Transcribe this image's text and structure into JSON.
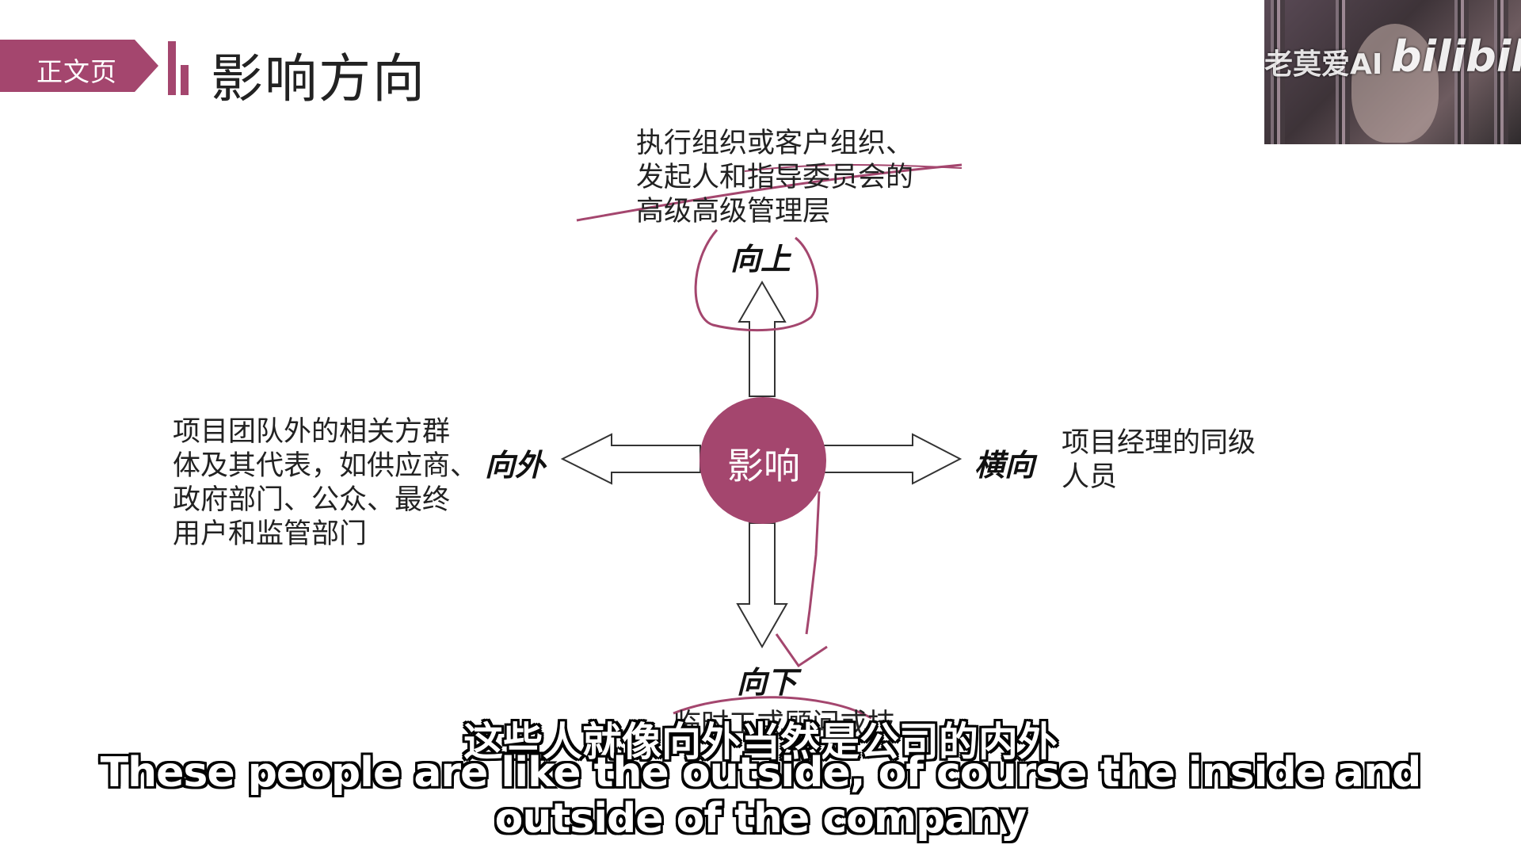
{
  "header": {
    "tag_label": "正文页",
    "title": "影响方向"
  },
  "watermark": {
    "channel": "老莫爱AI",
    "platform": "bilibili"
  },
  "diagram": {
    "center": "影响",
    "up": {
      "label": "向上",
      "lines": [
        "执行组织或客户组织、",
        "发起人和指导委员会的",
        "高级高级管理层"
      ]
    },
    "out": {
      "label": "向外",
      "lines": [
        "项目团队外的相关方群",
        "体及其代表，如供应商、",
        "政府部门、公众、最终",
        "用户和监管部门"
      ]
    },
    "side": {
      "label": "横向",
      "lines": [
        "项目经理的同级",
        "人员"
      ]
    },
    "down": {
      "label": "向下",
      "partial_text": "临时工或顾问或技"
    }
  },
  "subtitles": {
    "chinese": "这些人就像向外当然是公司的内外",
    "english_line1": "These people are like the outside, of course the inside and",
    "english_line2": "outside of the company"
  },
  "colors": {
    "accent": "#a4466e",
    "annotation_stroke": "#a4466e"
  }
}
